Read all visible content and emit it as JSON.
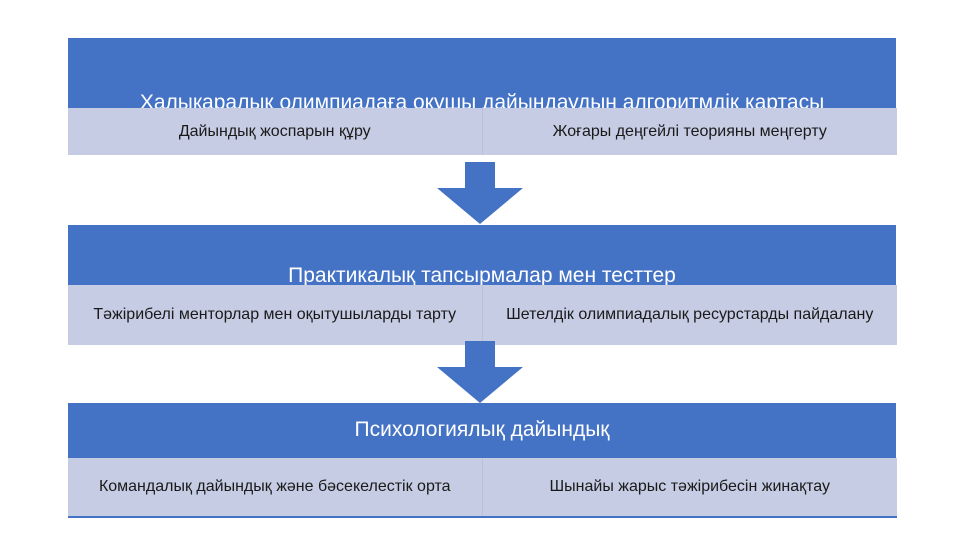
{
  "slide": {
    "background_color": "#FFFFFF",
    "accent_color": "#4472C4",
    "cell_color": "#C5CCE3",
    "stages": [
      {
        "title": "Халықаралық олимпиадаға оқушы дайындаудың алгоритмдік картасы",
        "cells": [
          "Дайындық жоспарын құру",
          "Жоғары деңгейлі теорияны меңгерту"
        ]
      },
      {
        "title": "Практикалық тапсырмалар мен тесттер",
        "cells": [
          "Тәжірибелі менторлар мен оқытушыларды тарту",
          "Шетелдік олимпиадалық ресурстарды пайдалану"
        ]
      },
      {
        "title": "Психологиялық дайындық",
        "cells": [
          "Командалық дайындық және бәсекелестік орта",
          "Шынайы жарыс тәжірибесін жинақтау"
        ]
      }
    ],
    "connectors": [
      {
        "icon": "arrow-down-icon"
      },
      {
        "icon": "arrow-down-icon"
      }
    ]
  }
}
